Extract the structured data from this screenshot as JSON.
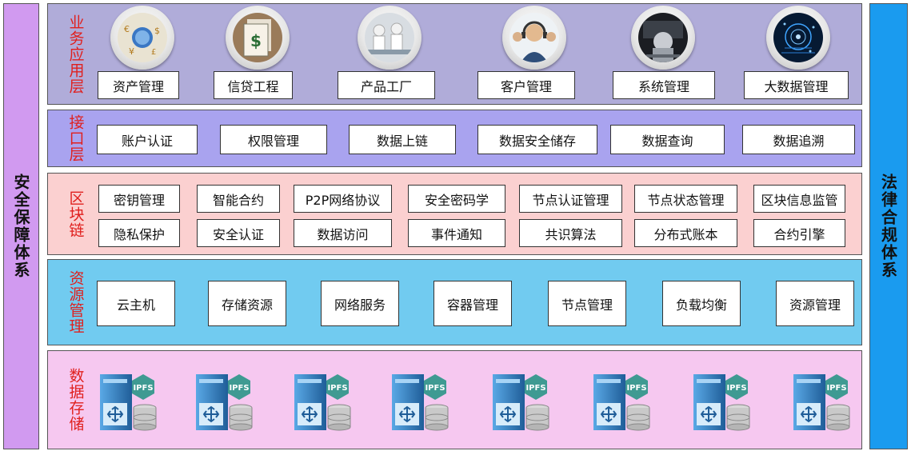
{
  "left_label": "安全保障体系",
  "right_label": "法律合规体系",
  "layers": {
    "app": {
      "title": "业务应用层",
      "items": [
        {
          "label": "资产管理",
          "icon": "asset-icon"
        },
        {
          "label": "信贷工程",
          "icon": "credit-icon"
        },
        {
          "label": "产品工厂",
          "icon": "factory-icon"
        },
        {
          "label": "客户管理",
          "icon": "customer-service-icon"
        },
        {
          "label": "系统管理",
          "icon": "system-icon"
        },
        {
          "label": "大数据管理",
          "icon": "big-data-icon"
        }
      ]
    },
    "iface": {
      "title": "接口层",
      "items": [
        "账户认证",
        "权限管理",
        "数据上链",
        "数据安全储存",
        "数据查询",
        "数据追溯"
      ]
    },
    "chain": {
      "title": "区块链",
      "row1": [
        "密钥管理",
        "智能合约",
        "P2P网络协议",
        "安全密码学",
        "节点认证管理",
        "节点状态管理",
        "区块信息监管"
      ],
      "row2": [
        "隐私保护",
        "安全认证",
        "数据访问",
        "事件通知",
        "共识算法",
        "分布式账本",
        "合约引擎"
      ]
    },
    "res": {
      "title": "资源管理",
      "items": [
        "云主机",
        "存储资源",
        "网络服务",
        "容器管理",
        "节点管理",
        "负载均衡",
        "资源管理"
      ]
    },
    "store": {
      "title": "数据存储",
      "node_label": "IPFS",
      "node_count": 8,
      "node_icon": "ipfs-server-icon"
    }
  },
  "colors": {
    "app_bg": "#b0acd9",
    "iface_bg": "#a9a3ef",
    "chain_bg": "#fbd0d0",
    "res_bg": "#71cbf0",
    "store_bg": "#f6c8f0",
    "left_bg": "#d19af0",
    "right_bg": "#1a9bef",
    "title_text": "#e0201e"
  }
}
